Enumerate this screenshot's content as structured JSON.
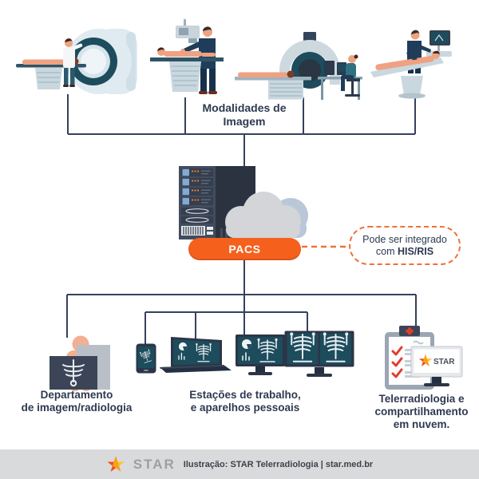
{
  "colors": {
    "accent_orange": "#f5611d",
    "dashed_orange": "#f0703a",
    "line_navy": "#35415d",
    "text_navy": "#2e3950",
    "screen_teal": "#1d4c5c",
    "footer_bg": "#d9dadb"
  },
  "modalities_section": {
    "label_line1": "Modalidades de",
    "label_line2": "Imagem",
    "items": [
      {
        "icon": "ct-scanner-illustration"
      },
      {
        "icon": "xray-table-illustration"
      },
      {
        "icon": "mri-scanner-illustration"
      },
      {
        "icon": "ultrasound-illustration"
      }
    ]
  },
  "pacs": {
    "label": "PACS"
  },
  "integration_note": {
    "line1": "Pode ser integrado",
    "line2_prefix": "com ",
    "line2_bold": "HIS/RIS"
  },
  "branches": {
    "radiology": {
      "line1": "Departamento",
      "line2": "de imagem/radiologia"
    },
    "workstations": {
      "line1": "Estações de trabalho,",
      "line2": "e aparelhos pessoais"
    },
    "teleradiology": {
      "line1": "Telerradiologia e",
      "line2": "compartilhamento",
      "line3": "em nuvem."
    }
  },
  "telerad_monitor": {
    "brand": "STAR"
  },
  "footer": {
    "logo_text": "STAR",
    "credit": "Ilustração: STAR Telerradiologia | star.med.br"
  }
}
